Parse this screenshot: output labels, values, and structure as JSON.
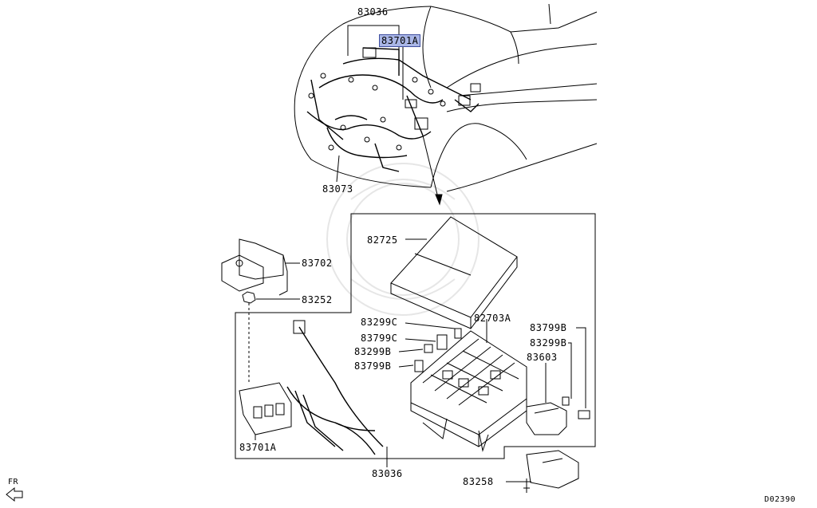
{
  "colors": {
    "line": "#000000",
    "highlight": "#a9b6e6",
    "highlight_border": "#3f4fa0",
    "watermark": "#e8e8e8"
  },
  "labels": {
    "p83036_top": "83036",
    "p83701A_top": "83701A",
    "p83073": "83073",
    "p82725": "82725",
    "p83702": "83702",
    "p83252": "83252",
    "p83299C": "83299C",
    "p82703A": "82703A",
    "p83799B_r": "83799B",
    "p83799C": "83799C",
    "p83299B_r": "83299B",
    "p83299B_l": "83299B",
    "p83603": "83603",
    "p83799B_l": "83799B",
    "p83701A_bot": "83701A",
    "p83036_bot": "83036",
    "p83258": "83258",
    "fr": "FR",
    "diagram_code": "D02390"
  }
}
